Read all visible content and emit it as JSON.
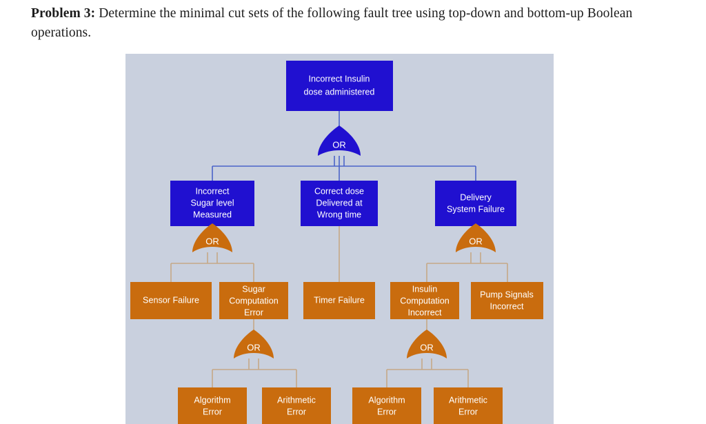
{
  "problem": {
    "lead": "Problem 3:",
    "text": " Determine the minimal cut sets of the following fault tree using top-down and bottom-up Boolean operations."
  },
  "colors": {
    "panel_background": "#c9d0de",
    "blue_node": "#2010d0",
    "orange_node": "#c96c0e",
    "blue_connector": "#4a63c8",
    "orange_connector": "#c5a887",
    "label_text": "#ffffff",
    "page_background": "#ffffff"
  },
  "diagram": {
    "type": "fault-tree",
    "gate_label": "OR",
    "top_event": {
      "id": "top",
      "label": "Incorrect Insulin dose administered",
      "label_lines": [
        "Incorrect Insulin",
        "dose administered"
      ],
      "color": "blue",
      "gate": "OR"
    },
    "level2": [
      {
        "id": "incorrect-sugar-level-measured",
        "label": "Incorrect Sugar level Measured",
        "label_lines": [
          "Incorrect",
          "Sugar level",
          "Measured"
        ],
        "color": "blue",
        "gate": "OR"
      },
      {
        "id": "correct-dose-delivered-at-wrong-time",
        "label": "Correct dose Delivered at Wrong time",
        "label_lines": [
          "Correct dose",
          "Delivered at",
          "Wrong time"
        ],
        "color": "blue",
        "gate": null
      },
      {
        "id": "delivery-system-failure",
        "label": "Delivery System Failure",
        "label_lines": [
          "Delivery",
          "System Failure"
        ],
        "color": "blue",
        "gate": "OR"
      }
    ],
    "level3": [
      {
        "id": "sensor-failure",
        "label": "Sensor Failure",
        "label_lines": [
          "Sensor Failure"
        ],
        "color": "orange",
        "gate": null,
        "parent": "incorrect-sugar-level-measured"
      },
      {
        "id": "sugar-computation-error",
        "label": "Sugar Computation Error",
        "label_lines": [
          "Sugar",
          "Computation",
          "Error"
        ],
        "color": "orange",
        "gate": "OR",
        "parent": "incorrect-sugar-level-measured"
      },
      {
        "id": "timer-failure",
        "label": "Timer Failure",
        "label_lines": [
          "Timer Failure"
        ],
        "color": "orange",
        "gate": null,
        "parent": "correct-dose-delivered-at-wrong-time"
      },
      {
        "id": "insulin-computation-incorrect",
        "label": "Insulin Computation Incorrect",
        "label_lines": [
          "Insulin",
          "Computation",
          "Incorrect"
        ],
        "color": "orange",
        "gate": "OR",
        "parent": "delivery-system-failure"
      },
      {
        "id": "pump-signals-incorrect",
        "label": "Pump Signals Incorrect",
        "label_lines": [
          "Pump Signals",
          "Incorrect"
        ],
        "color": "orange",
        "gate": null,
        "parent": "delivery-system-failure"
      }
    ],
    "level4": [
      {
        "id": "algorithm-error-left",
        "label": "Algorithm Error",
        "label_lines": [
          "Algorithm",
          "Error"
        ],
        "color": "orange",
        "parent": "sugar-computation-error"
      },
      {
        "id": "arithmetic-error-left",
        "label": "Arithmetic Error",
        "label_lines": [
          "Arithmetic",
          "Error"
        ],
        "color": "orange",
        "parent": "sugar-computation-error"
      },
      {
        "id": "algorithm-error-right",
        "label": "Algorithm Error",
        "label_lines": [
          "Algorithm",
          "Error"
        ],
        "color": "orange",
        "parent": "insulin-computation-incorrect"
      },
      {
        "id": "arithmetic-error-right",
        "label": "Arithmetic Error",
        "label_lines": [
          "Arithmetic",
          "Error"
        ],
        "color": "orange",
        "parent": "insulin-computation-incorrect"
      }
    ]
  }
}
